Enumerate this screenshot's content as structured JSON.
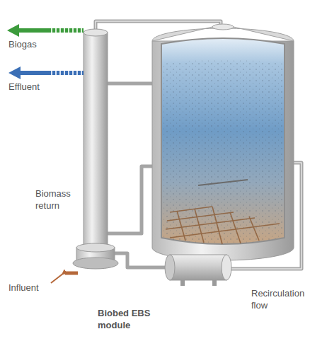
{
  "diagram": {
    "labels": [
      "Biogas",
      "Effluent",
      "Biomass return",
      "Influent",
      "Recirculation flow",
      "Biobed EBS module"
    ]
  }
}
